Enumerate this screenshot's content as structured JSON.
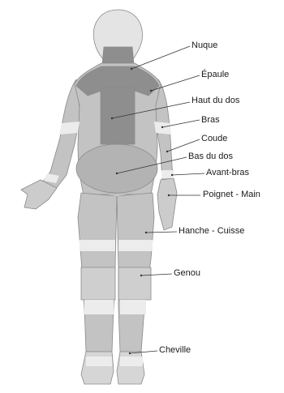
{
  "labels": {
    "nuque": "Nuque",
    "epaule": "Épaule",
    "haut_du_dos": "Haut du dos",
    "bras": "Bras",
    "coude": "Coude",
    "bas_du_dos": "Bas du dos",
    "avant_bras": "Avant-bras",
    "poignet_main": "Poignet - Main",
    "hanche_cuisse": "Hanche - Cuisse",
    "genou": "Genou",
    "cheville": "Cheville"
  },
  "colors": {
    "light": "#dcdcdc",
    "medium": "#c3c3c3",
    "shade": "#b3b3b3",
    "dark": "#8e8e8e",
    "outline": "#7a7a7a",
    "leader": "#333333"
  }
}
